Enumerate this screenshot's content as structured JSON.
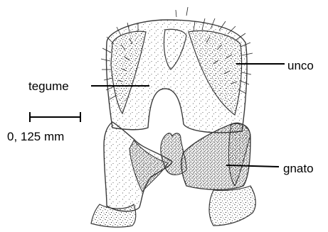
{
  "labels": {
    "tegume": "tegume",
    "unco": "unco",
    "gnato": "gnato"
  },
  "scale_bar": {
    "text": "0, 125 mm"
  },
  "colors": {
    "ink": "#000000",
    "outline": "#3a3a3a",
    "background": "#ffffff"
  }
}
